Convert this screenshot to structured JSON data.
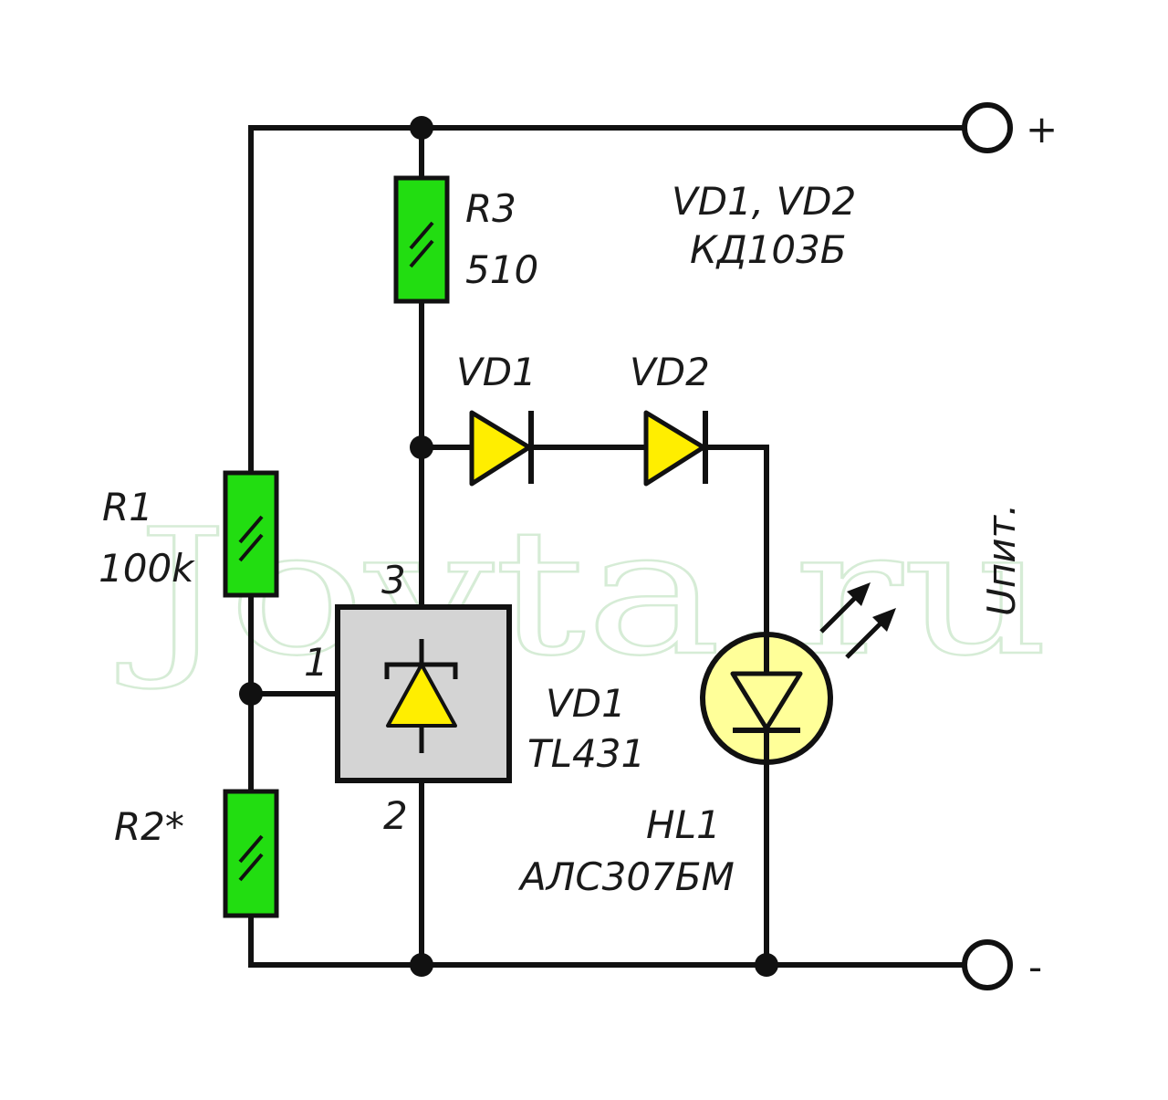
{
  "watermark": "Joyta.ru",
  "colors": {
    "wire": "#111111",
    "resistor_fill": "#22dd11",
    "diode_fill": "#ffee00",
    "ic_fill": "#d4d4d4",
    "led_fill": "#ffff99",
    "watermark": "#d6ecd6"
  },
  "terminals": {
    "plus": "+",
    "minus": "-"
  },
  "supply_label": "Uпит.",
  "r1": {
    "ref": "R1",
    "value": "100k"
  },
  "r2": {
    "ref": "R2*"
  },
  "r3": {
    "ref": "R3",
    "value": "510"
  },
  "diodes": {
    "vd1_ref": "VD1",
    "vd2_ref": "VD2",
    "group_refs": "VD1, VD2",
    "group_type": "КД103Б"
  },
  "ic": {
    "ref": "VD1",
    "type": "TL431",
    "pin1": "1",
    "pin2": "2",
    "pin3": "3"
  },
  "led": {
    "ref": "HL1",
    "type": "АЛС307БМ"
  }
}
